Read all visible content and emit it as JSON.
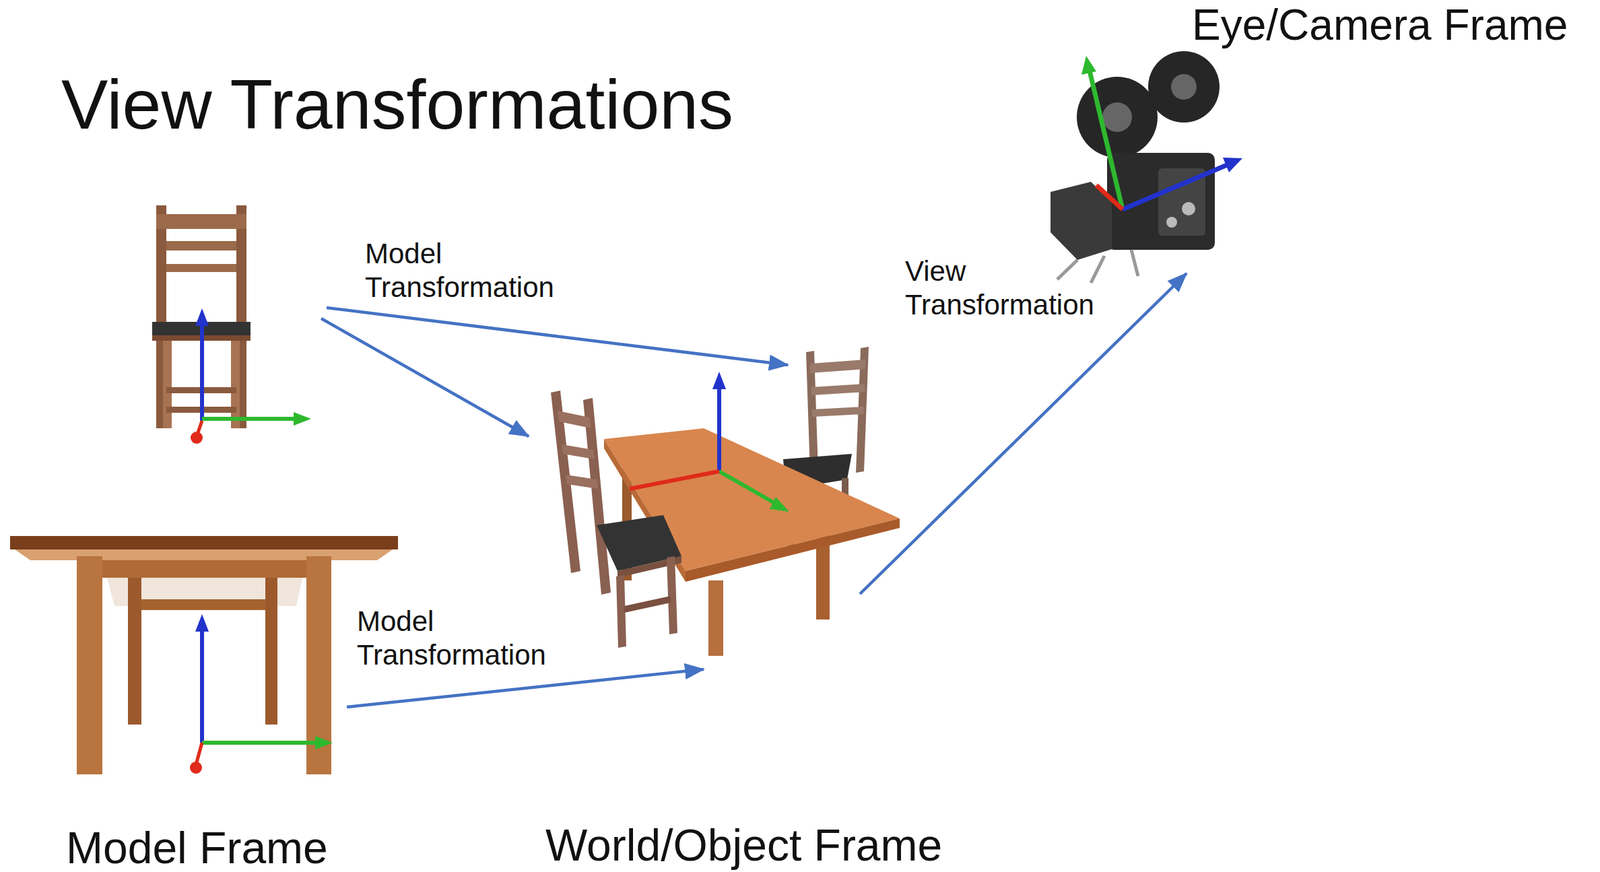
{
  "diagram": {
    "title": "View Transformations",
    "nodes": [
      {
        "text": [
          "Model Frame"
        ]
      },
      {
        "text": [
          "World/Object Frame"
        ]
      },
      {
        "text": [
          "Eye/Camera Frame"
        ]
      }
    ],
    "edges": [
      {
        "from": 0,
        "to": 1,
        "label": "Model Transformation",
        "arrow": "to"
      },
      {
        "from": 0,
        "to": 1,
        "arrow": "to"
      },
      {
        "from": 0,
        "to": 1,
        "label": "Model Transformation",
        "arrow": "to"
      },
      {
        "from": 1,
        "to": 2,
        "label": "View Transformation",
        "arrow": "to"
      }
    ]
  }
}
